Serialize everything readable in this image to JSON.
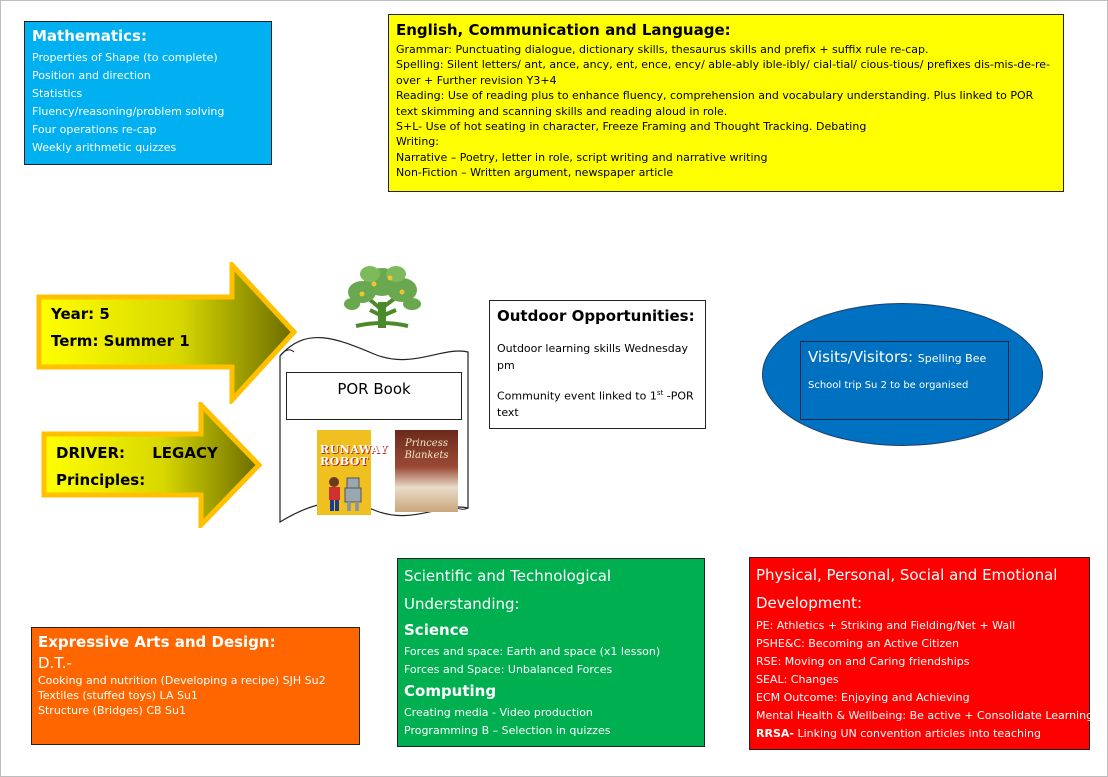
{
  "maths": {
    "title": "Mathematics:",
    "items": [
      "Properties of Shape (to complete)",
      "Position and direction",
      "Statistics",
      "Fluency/reasoning/problem solving",
      "Four operations re-cap",
      "Weekly arithmetic quizzes"
    ]
  },
  "english": {
    "title": "English, Communication and Language:",
    "lines": [
      "Grammar: Punctuating dialogue, dictionary skills, thesaurus skills and prefix + suffix rule re-cap.",
      "Spelling: Silent letters/ ant, ance, ancy, ent, ence, ency/ able-ably ible-ibly/ cial-tial/ cious-tious/ prefixes dis-mis-de-re-over + Further revision Y3+4",
      "Reading: Use of reading plus to enhance fluency, comprehension and vocabulary understanding. Plus linked to POR text skimming and scanning skills and reading aloud in role.",
      "S+L- Use of hot seating in character, Freeze Framing and Thought Tracking. Debating",
      "Writing:",
      "Narrative – Poetry, letter in role, script writing and narrative writing",
      "Non-Fiction – Written argument, newspaper article"
    ]
  },
  "arrow_year": {
    "year_line": "Year: 5",
    "term_line": "Term: Summer 1"
  },
  "arrow_driver": {
    "driver_label": "DRIVER:",
    "driver_value": "LEGACY",
    "principles_line": "Principles:"
  },
  "por": {
    "title": "POR Book",
    "book1_text": "RUNAWAY ROBOT",
    "book2_text": "Princess Blankets"
  },
  "outdoor": {
    "title": "Outdoor Opportunities:",
    "line1": "Outdoor learning skills Wednesday pm",
    "line2_pre": "Community event linked to 1",
    "line2_sup": "st",
    "line2_post": " -POR text"
  },
  "visits": {
    "title": "Visits/Visitors:",
    "title_extra": "Spelling Bee",
    "line": "School trip Su 2 to be organised"
  },
  "science": {
    "title_line1": "Scientific and Technological",
    "title_line2": "Understanding:",
    "science_heading": "Science",
    "science_items": [
      "Forces and space: Earth and space (x1 lesson)",
      "Forces and Space: Unbalanced Forces"
    ],
    "computing_heading": "Computing",
    "computing_items": [
      "Creating media - Video production",
      "Programming B – Selection in quizzes"
    ]
  },
  "physical": {
    "title_line1": "Physical, Personal, Social and Emotional",
    "title_line2": "Development:",
    "items": [
      "PE: Athletics + Striking and Fielding/Net + Wall",
      "PSHE&C: Becoming an Active Citizen",
      "RSE: Moving on and Caring friendships",
      "SEAL: Changes",
      "ECM Outcome: Enjoying and Achieving",
      "Mental Health & Wellbeing: Be active + Consolidate Learning"
    ],
    "rrsa_label": "RRSA-",
    "rrsa_text": " Linking UN convention articles into teaching"
  },
  "arts": {
    "title": "Expressive Arts and Design:",
    "sub": "D.T.-",
    "items": [
      "Cooking and nutrition (Developing a recipe) SJH Su2",
      "Textiles (stuffed toys) LA Su1",
      "Structure (Bridges) CB Su1"
    ]
  },
  "colors": {
    "maths": "#00b0f0",
    "english": "#ffff00",
    "visits": "#0070c0",
    "science": "#00b050",
    "physical": "#ff0000",
    "arts": "#ff6600",
    "arrow_fill_light": "#ffff00",
    "arrow_fill_dark": "#6b6b00",
    "arrow_border": "#ffc000"
  }
}
